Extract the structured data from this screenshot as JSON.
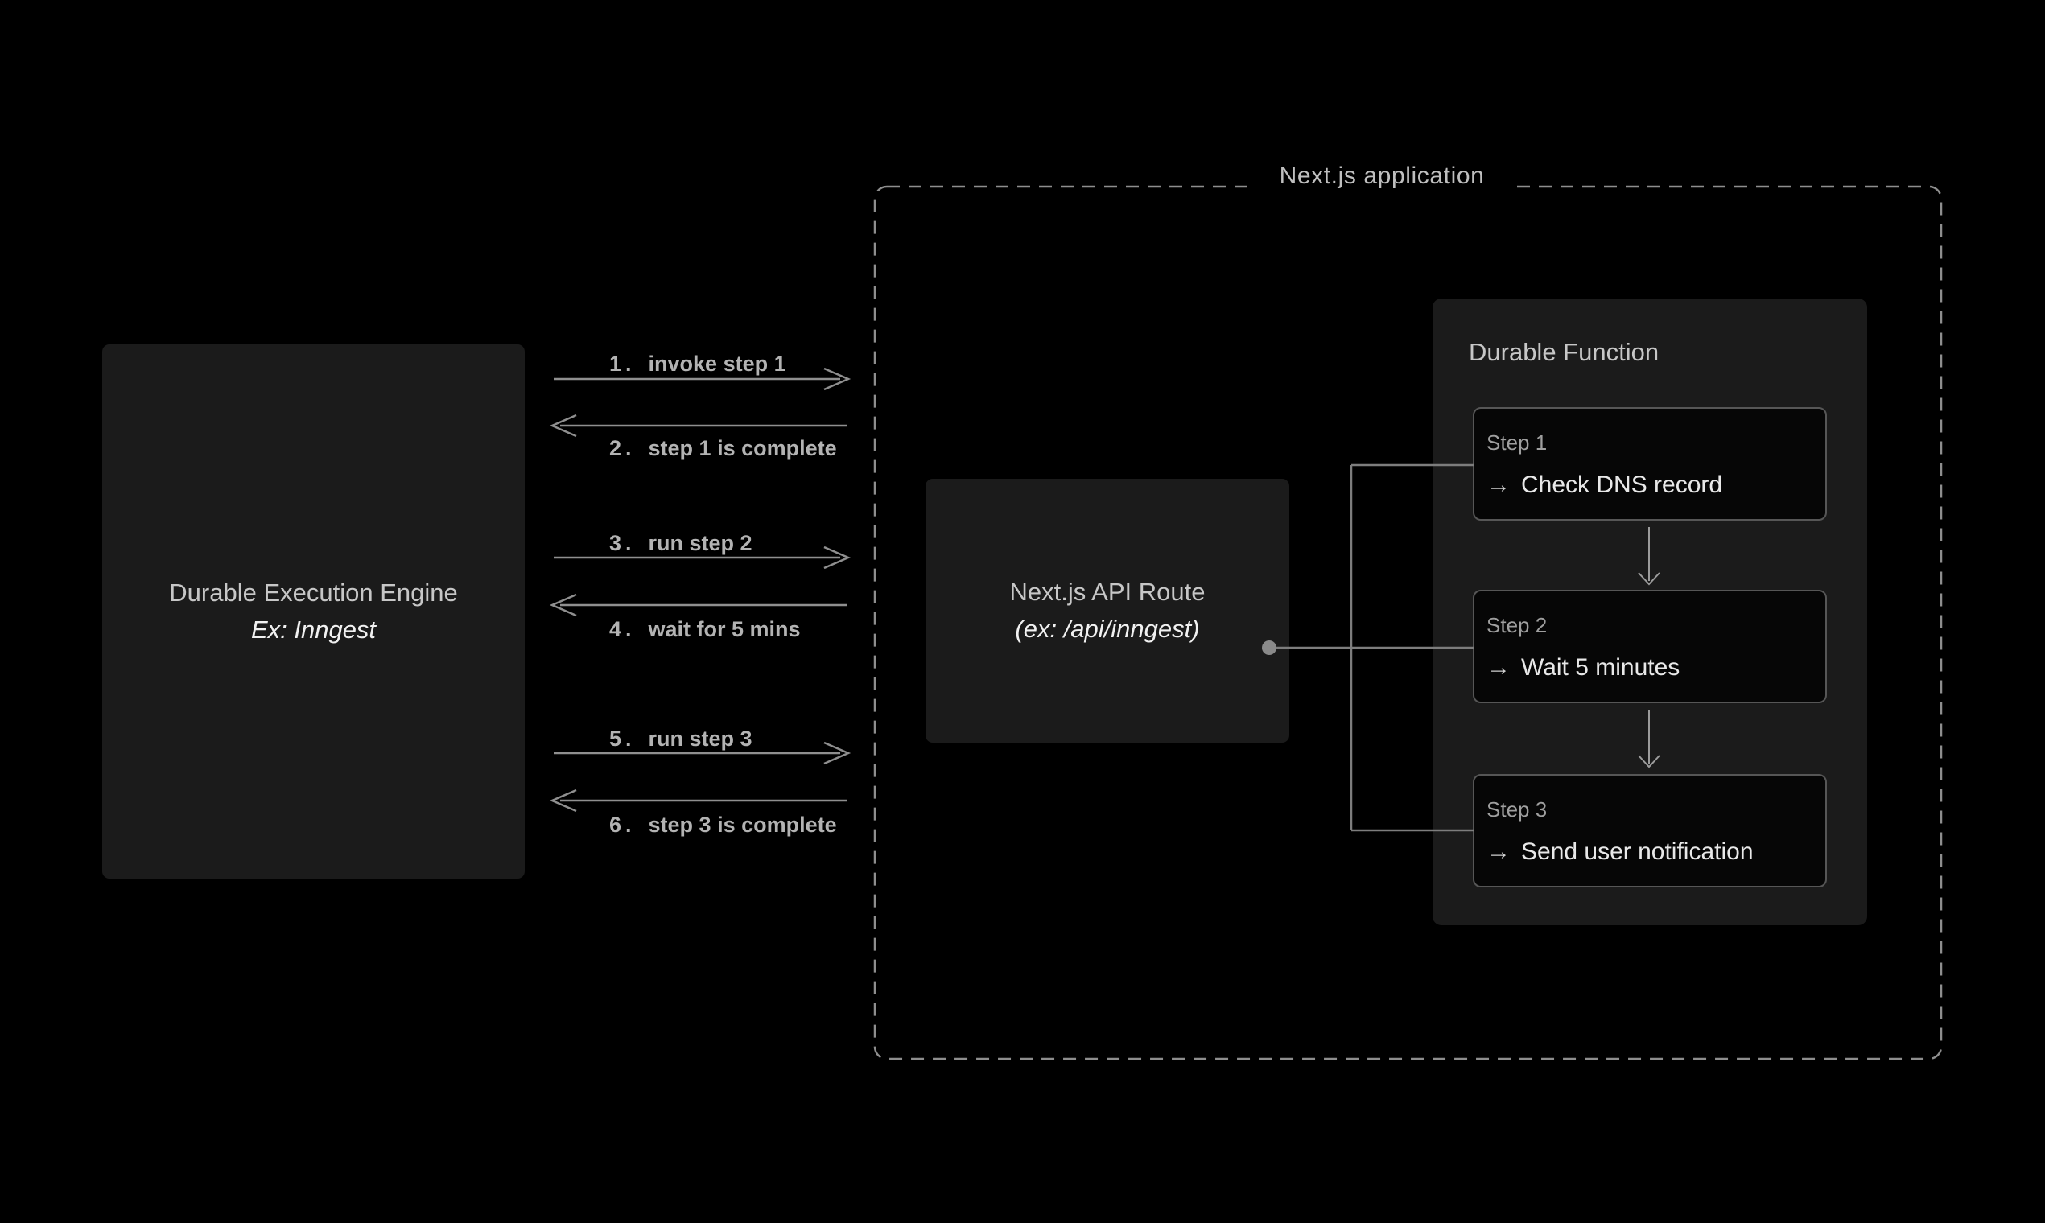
{
  "engine_box": {
    "title": "Durable Execution Engine",
    "subtitle": "Ex: Inngest"
  },
  "messages": [
    {
      "number": "1.",
      "text": "invoke step 1",
      "direction": "right"
    },
    {
      "number": "2.",
      "text": "step 1 is complete",
      "direction": "left"
    },
    {
      "number": "3.",
      "text": "run step 2",
      "direction": "right"
    },
    {
      "number": "4.",
      "text": "wait for 5 mins",
      "direction": "left"
    },
    {
      "number": "5.",
      "text": "run step 3",
      "direction": "right"
    },
    {
      "number": "6.",
      "text": "step 3 is complete",
      "direction": "left"
    }
  ],
  "nextjs_application": {
    "label": "Next.js application"
  },
  "api_route_box": {
    "title": "Next.js API Route",
    "subtitle": "(ex: /api/inngest)"
  },
  "durable_function": {
    "title": "Durable Function",
    "step_arrow_glyph": "→",
    "steps": [
      {
        "label": "Step 1",
        "action": "Check DNS record"
      },
      {
        "label": "Step 2",
        "action": "Wait 5 minutes"
      },
      {
        "label": "Step 3",
        "action": "Send user notification"
      }
    ]
  },
  "colors": {
    "background": "#000000",
    "box_fill": "#1b1b1b",
    "step_card_fill": "#060606",
    "step_card_border": "#565656",
    "dashed_border": "#8e8e8e",
    "message_arrow": "#8f8f8f",
    "connector_line": "#7d7d7d",
    "title_gray": "#c7c7c7",
    "emphasis_white": "#f1f1f1",
    "label_gray": "#b3b3b3"
  }
}
